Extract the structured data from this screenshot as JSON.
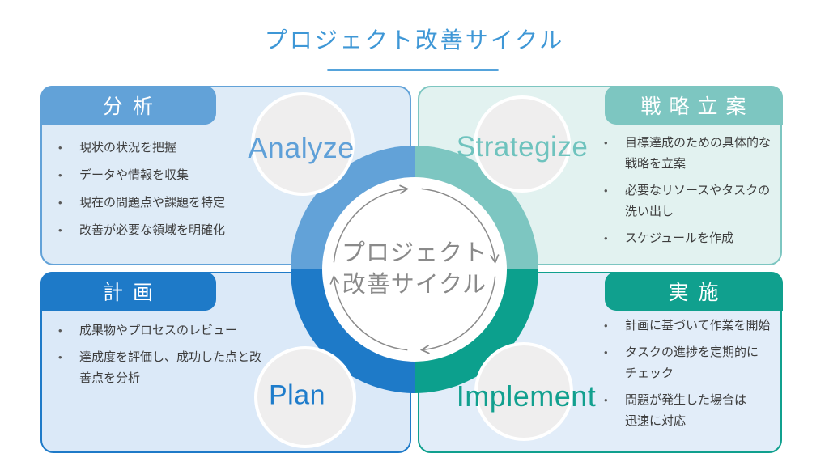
{
  "title": "プロジェクト改善サイクル",
  "center_label": "プロジェクト\n改善サイクル",
  "quadrants": [
    {
      "key": "analyze",
      "tab_label": "分析",
      "english_label": "Analyze",
      "accent_color": "#62A2D8",
      "card_fill": "#DEEBF7",
      "bullets": [
        "現状の状況を把握",
        "データや情報を収集",
        "現在の問題点や課題を特定",
        "改善が必要な領域を明確化"
      ]
    },
    {
      "key": "strategize",
      "tab_label": "戦略立案",
      "english_label": "Strategize",
      "accent_color": "#7DC6C1",
      "card_fill": "#E2F2F0",
      "bullets": [
        "目標達成のための具体的な\n戦略を立案",
        "必要なリソースやタスクの\n洗い出し",
        "スケジュールを作成"
      ]
    },
    {
      "key": "plan",
      "tab_label": "計画",
      "english_label": "Plan",
      "accent_color": "#1E7AC8",
      "card_fill": "#DBE9F8",
      "bullets": [
        "成果物やプロセスのレビュー",
        "達成度を評価し、成功した点と改\n善点を分析"
      ]
    },
    {
      "key": "implement",
      "tab_label": "実施",
      "english_label": "Implement",
      "accent_color": "#10A08E",
      "card_fill": "#E2EDF9",
      "bullets": [
        "計画に基づいて作業を開始",
        "タスクの進捗を定期的に\nチェック",
        "問題が発生した場合は\n迅速に対応"
      ]
    }
  ],
  "colors": {
    "title_text": "#3E97D6",
    "title_underline": "#55A3DB",
    "ring_top_left": "#62A2D8",
    "ring_top_right": "#7DC6C1",
    "ring_bottom_left": "#1E7AC8",
    "ring_bottom_right": "#0CA08D",
    "center_text": "#8A8A8A",
    "cycle_arrows": "#8A8A8A",
    "bullet_text": "#3D3D3D",
    "halo_fill": "#EFEEEE"
  }
}
